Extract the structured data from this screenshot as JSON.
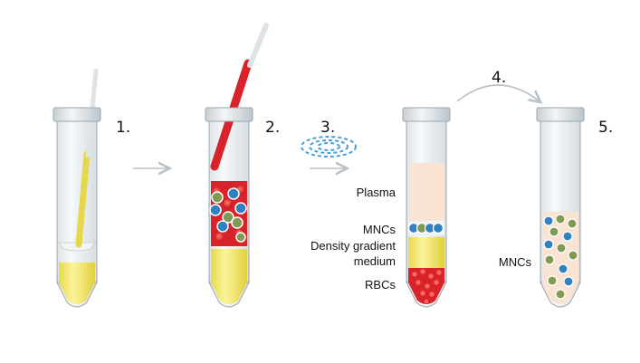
{
  "steps": [
    {
      "number": "1."
    },
    {
      "number": "2."
    },
    {
      "number": "3."
    },
    {
      "number": "4."
    },
    {
      "number": "5."
    }
  ],
  "layers": {
    "plasma": "Plasma",
    "mncs": "MNCs",
    "density_line1": "Density gradient",
    "density_line2": "medium",
    "rbcs": "RBCs"
  },
  "final_label": "MNCs",
  "colors": {
    "density_medium": "#f2e86a",
    "blood": "#d9232a",
    "plasma": "#f9e3d2",
    "tube_glass": "#eef2f5",
    "tube_outline": "#9aa6ad",
    "cap": "#dfe5e9",
    "mnc_blue": "#2e82c2",
    "mnc_green": "#7f9a52",
    "arrow": "#b9c2c8",
    "centrifuge": "#4a9fd6"
  },
  "icons": {
    "pipette_yellow": "pipette-icon",
    "pipette_red": "pipette-icon",
    "centrifuge": "centrifuge-icon",
    "arrow": "arrow-icon"
  }
}
